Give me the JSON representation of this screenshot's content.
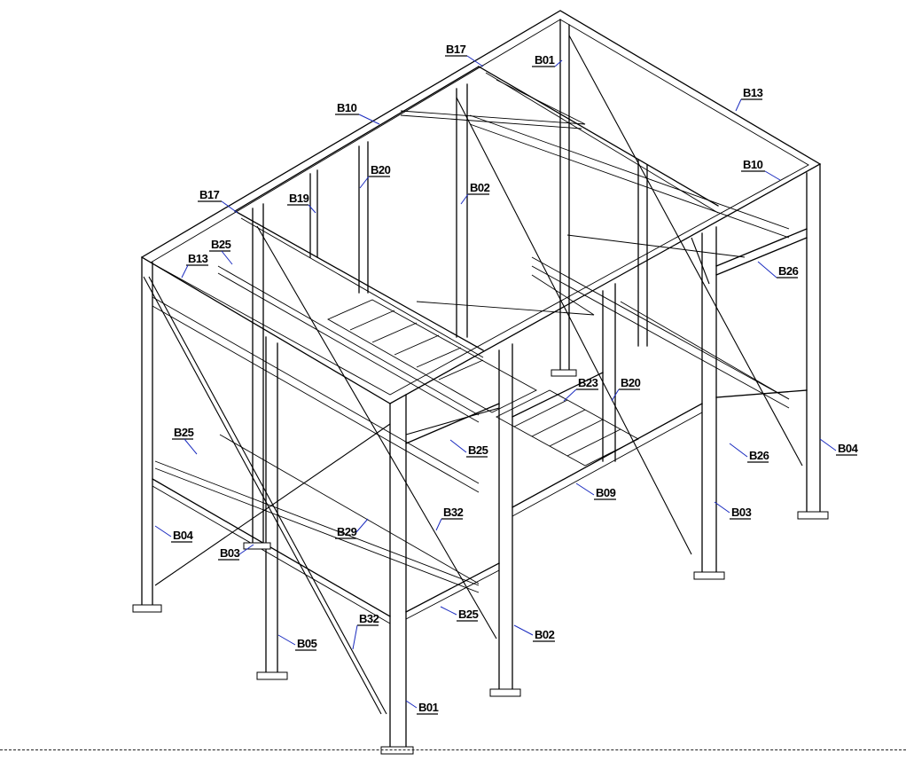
{
  "labels": [
    {
      "id": "B17",
      "text": "B17"
    },
    {
      "id": "B01",
      "text": "B01"
    },
    {
      "id": "B13",
      "text": "B13"
    },
    {
      "id": "B10",
      "text": "B10"
    },
    {
      "id": "B20",
      "text": "B20"
    },
    {
      "id": "B02",
      "text": "B02"
    },
    {
      "id": "B19",
      "text": "B19"
    },
    {
      "id": "B25",
      "text": "B25"
    },
    {
      "id": "B26",
      "text": "B26"
    },
    {
      "id": "B23",
      "text": "B23"
    },
    {
      "id": "B09",
      "text": "B09"
    },
    {
      "id": "B03",
      "text": "B03"
    },
    {
      "id": "B04",
      "text": "B04"
    },
    {
      "id": "B32",
      "text": "B32"
    },
    {
      "id": "B29",
      "text": "B29"
    },
    {
      "id": "B05",
      "text": "B05"
    }
  ]
}
